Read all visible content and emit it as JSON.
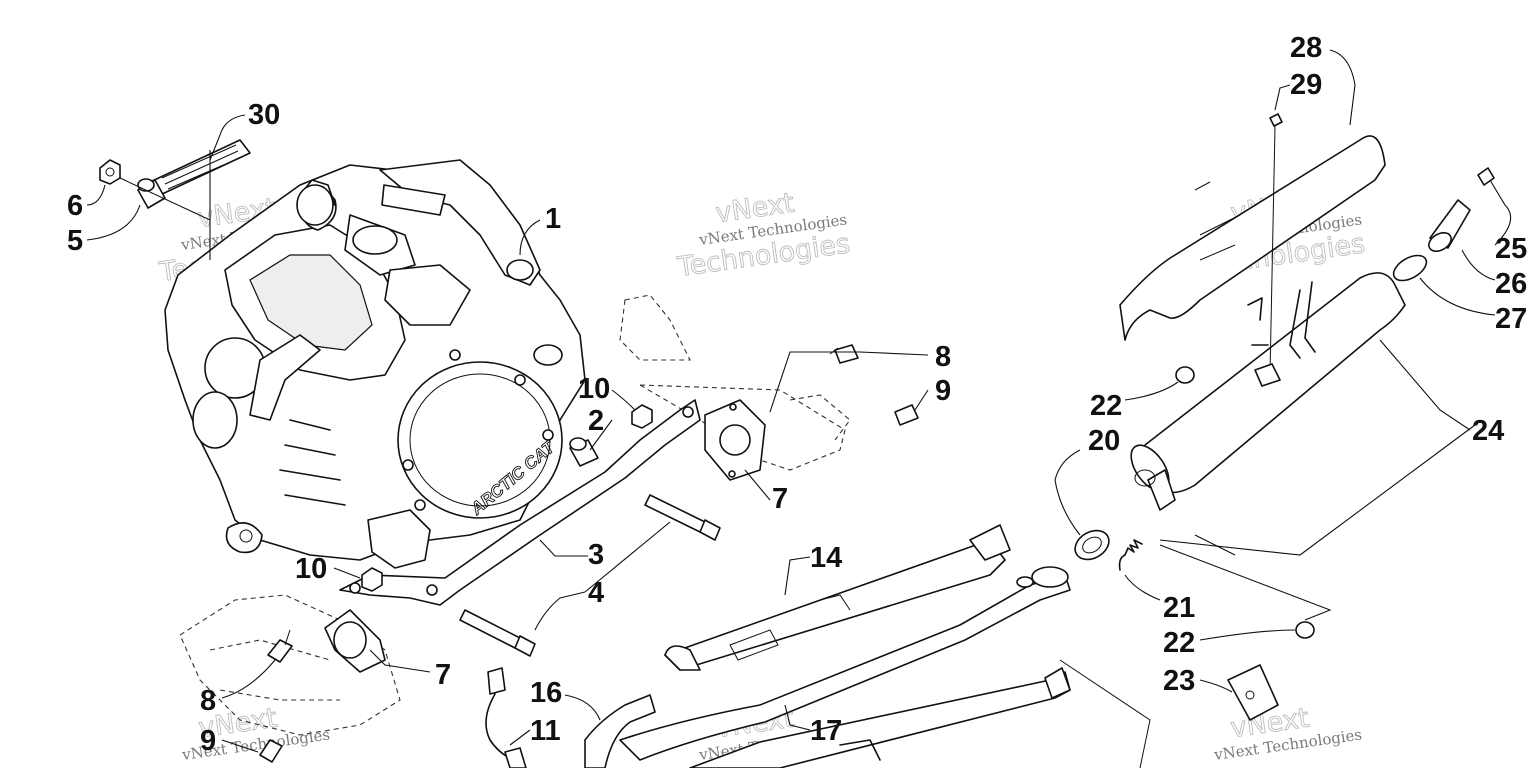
{
  "callouts": [
    {
      "id": "c30",
      "text": "30"
    },
    {
      "id": "c6",
      "text": "6"
    },
    {
      "id": "c5",
      "text": "5"
    },
    {
      "id": "c1",
      "text": "1"
    },
    {
      "id": "c10a",
      "text": "10"
    },
    {
      "id": "c2",
      "text": "2"
    },
    {
      "id": "c8a",
      "text": "8"
    },
    {
      "id": "c9a",
      "text": "9"
    },
    {
      "id": "c7a",
      "text": "7"
    },
    {
      "id": "c3",
      "text": "3"
    },
    {
      "id": "c4",
      "text": "4"
    },
    {
      "id": "c10b",
      "text": "10"
    },
    {
      "id": "c7b",
      "text": "7"
    },
    {
      "id": "c8b",
      "text": "8"
    },
    {
      "id": "c9b",
      "text": "9"
    },
    {
      "id": "c14",
      "text": "14"
    },
    {
      "id": "c16",
      "text": "16"
    },
    {
      "id": "c11",
      "text": "11"
    },
    {
      "id": "c17",
      "text": "17"
    },
    {
      "id": "c28",
      "text": "28"
    },
    {
      "id": "c29",
      "text": "29"
    },
    {
      "id": "c25",
      "text": "25"
    },
    {
      "id": "c26",
      "text": "26"
    },
    {
      "id": "c27",
      "text": "27"
    },
    {
      "id": "c22a",
      "text": "22"
    },
    {
      "id": "c24",
      "text": "24"
    },
    {
      "id": "c20",
      "text": "20"
    },
    {
      "id": "c21",
      "text": "21"
    },
    {
      "id": "c22b",
      "text": "22"
    },
    {
      "id": "c23",
      "text": "23"
    }
  ],
  "watermark": {
    "line1": "vNext Technologies",
    "line2": "Technologies",
    "top": "vNext"
  },
  "engine_emboss": "ARCTIC CAT"
}
